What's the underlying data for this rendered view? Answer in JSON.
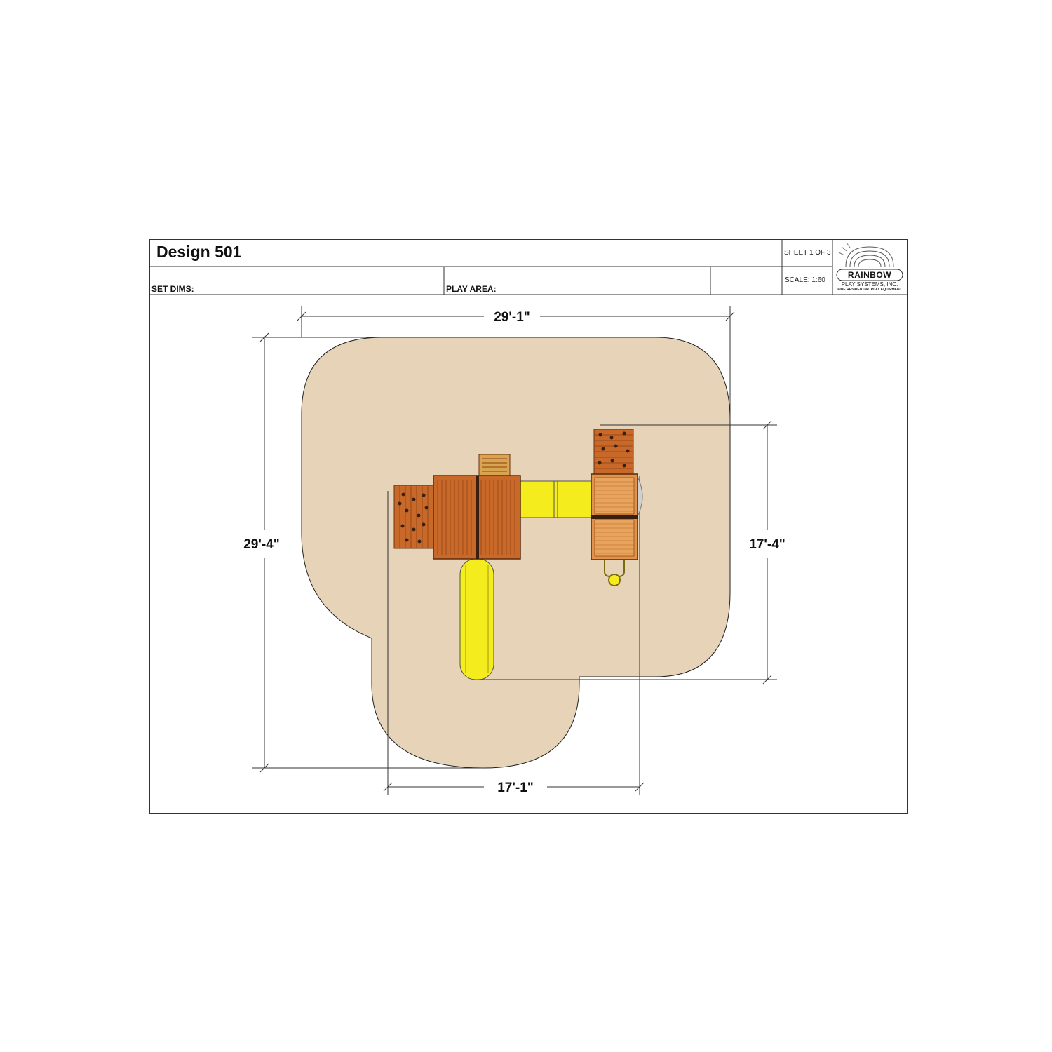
{
  "title_block": {
    "design_title": "Design 501",
    "set_dims_label": "SET DIMS:",
    "play_area_label": "PLAY AREA:",
    "sheet": "SHEET 1 OF 3",
    "scale": "SCALE: 1:60"
  },
  "logo": {
    "brand": "RAINBOW",
    "company": "PLAY SYSTEMS, INC.",
    "tagline": "FINE RESIDENTIAL PLAY EQUIPMENT"
  },
  "dimensions": {
    "overall_width": "29'-1\"",
    "overall_depth": "29'-4\"",
    "set_depth": "17'-4\"",
    "set_width": "17'-1\""
  },
  "colors": {
    "play_area_fill": "#e6d3b8",
    "wood": "#c8692a",
    "wood_dark": "#8a3f12",
    "slide_yellow": "#f4ec1c"
  }
}
